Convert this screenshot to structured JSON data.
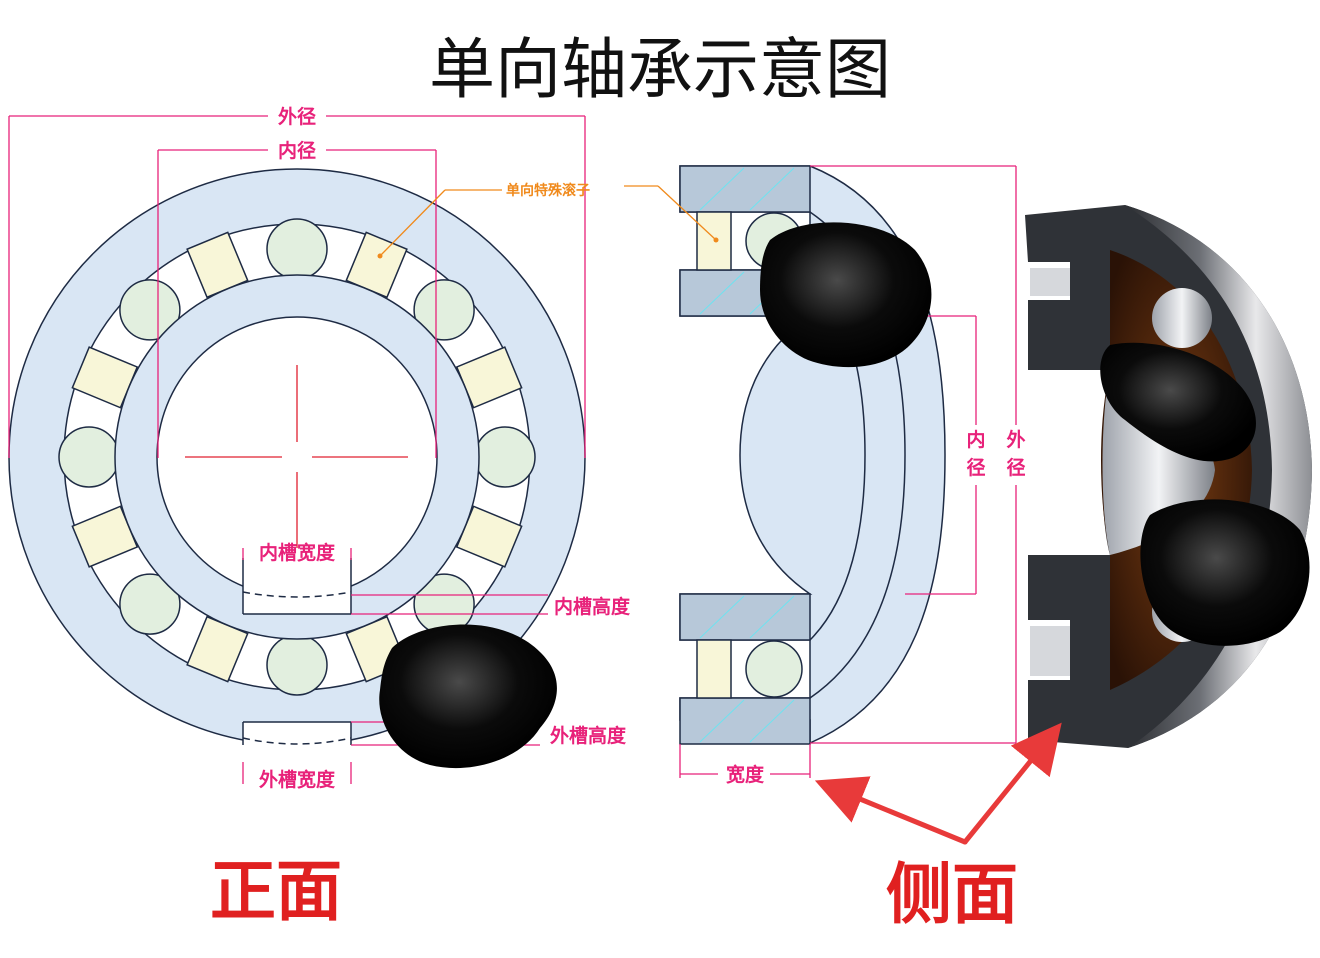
{
  "title": "单向轴承示意图",
  "front": {
    "outer_diameter_label": "外径",
    "inner_diameter_label": "内径",
    "roller_annotation": "单向特殊滚子",
    "inner_groove_width_label": "内槽宽度",
    "inner_groove_height_label": "内槽高度",
    "outer_groove_height_label": "外槽高度",
    "outer_groove_width_label": "外槽宽度"
  },
  "side": {
    "inner_label_1": "内",
    "inner_label_2": "径",
    "outer_label_1": "外",
    "outer_label_2": "径",
    "width_label": "宽度"
  },
  "view_labels": {
    "front": "正面",
    "side": "侧面"
  },
  "colors": {
    "dimension": "#e8227a",
    "annotation": "#f08a1c",
    "ring_fill": "#d9e6f4",
    "ring_stroke": "#1e2b44",
    "ball_fill": "#e2efdf",
    "roller_fill": "#f8f6d8",
    "view_label": "#e02020",
    "arrow": "#e83a3a"
  },
  "icons": [
    "bearing-photo",
    "red-arrow-icon",
    "ink-blot"
  ]
}
